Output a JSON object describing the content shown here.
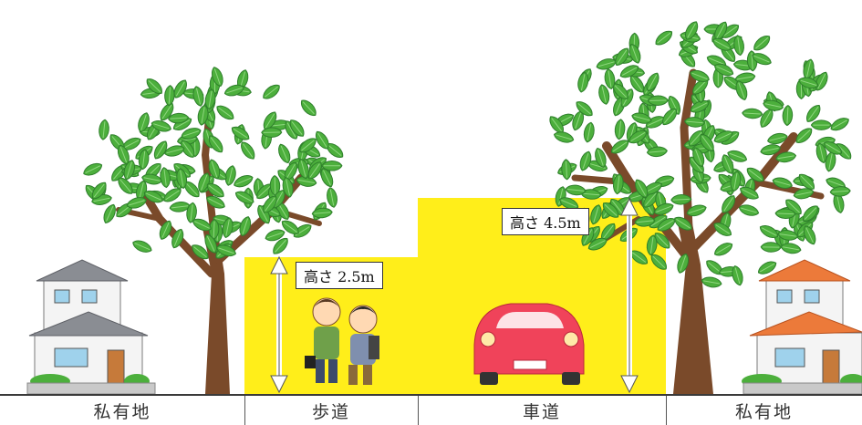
{
  "labels": {
    "sidewalk_height": "高さ 2.5m",
    "road_height": "高さ 4.5m"
  },
  "strip": {
    "private_left": "私有地",
    "sidewalk": "歩道",
    "road": "車道",
    "private_right": "私有地"
  },
  "colors": {
    "clearance_zone": "#ffee1a",
    "leaf": "#4caf3c",
    "leaf_dark": "#2f7f2c",
    "trunk": "#7a4a2a",
    "car": "#f0435a",
    "house_left_roof": "#8a8d93",
    "house_right_roof": "#ec7a3a"
  }
}
